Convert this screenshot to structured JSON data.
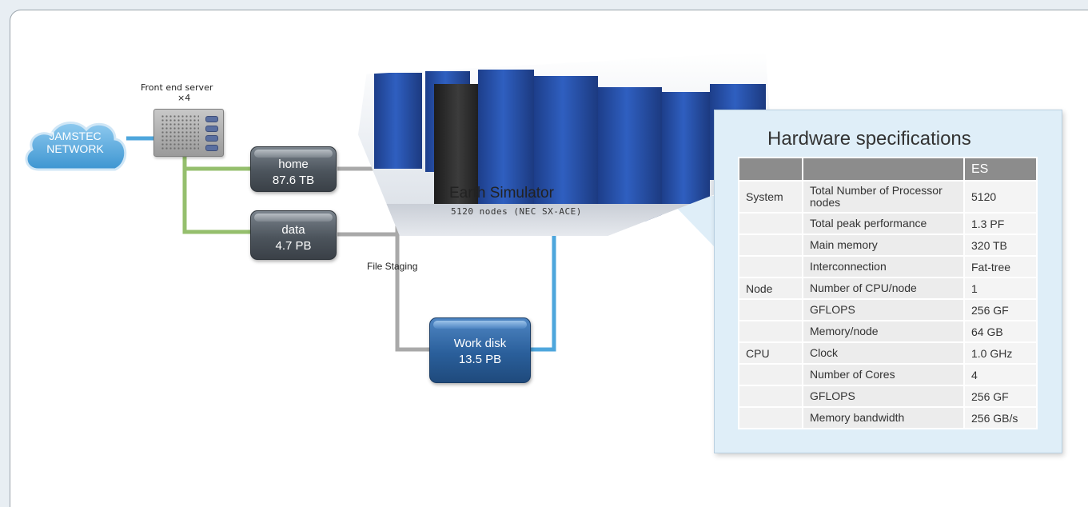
{
  "network": {
    "cloud_line1": "JAMSTEC",
    "cloud_line2": "NETWORK",
    "front_end_label": "Front end server",
    "front_end_count": "×4"
  },
  "storage": {
    "home": {
      "name": "home",
      "size": "87.6 TB"
    },
    "data": {
      "name": "data",
      "size": "4.7 PB"
    },
    "work": {
      "name": "Work disk",
      "size": "13.5 PB"
    },
    "staging_label": "File Staging"
  },
  "earth_simulator": {
    "title": "Earth Simulator",
    "subtitle": "5120 nodes (NEC SX-ACE)"
  },
  "specs": {
    "title": "Hardware specifications",
    "header": [
      "",
      "",
      "ES"
    ],
    "rows": [
      {
        "category": "System",
        "item": "Total Number of Processor nodes",
        "value": "5120"
      },
      {
        "category": "",
        "item": "Total peak performance",
        "value": "1.3 PF"
      },
      {
        "category": "",
        "item": "Main memory",
        "value": "320 TB"
      },
      {
        "category": "",
        "item": "Interconnection",
        "value": "Fat-tree"
      },
      {
        "category": "Node",
        "item": "Number of CPU/node",
        "value": "1"
      },
      {
        "category": "",
        "item": "GFLOPS",
        "value": "256 GF"
      },
      {
        "category": "",
        "item": "Memory/node",
        "value": "64 GB"
      },
      {
        "category": "CPU",
        "item": "Clock",
        "value": "1.0 GHz"
      },
      {
        "category": "",
        "item": "Number of Cores",
        "value": "4"
      },
      {
        "category": "",
        "item": "GFLOPS",
        "value": "256 GF"
      },
      {
        "category": "",
        "item": "Memory bandwidth",
        "value": "256 GB/s"
      }
    ]
  },
  "colors": {
    "network_link": "#4ea6dc",
    "staging_link": "#a9a9a9",
    "server_link": "#95bf6d",
    "panel_bg": "#dfeef8",
    "table_header": "#8c8c8c"
  }
}
